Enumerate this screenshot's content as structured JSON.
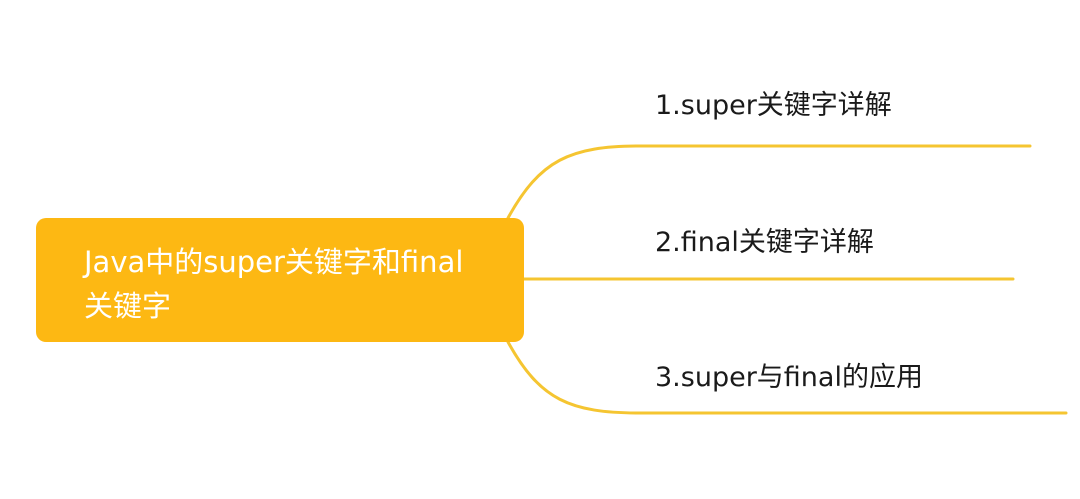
{
  "colors": {
    "root_fill": "#FDB813",
    "connector": "#F5C531",
    "root_text": "#FFFFFF",
    "branch_text": "#1A1A1A",
    "background": "#FFFFFF"
  },
  "root": {
    "title": "Java中的super关键字和final关键字"
  },
  "branches": [
    {
      "label": "1.super关键字详解"
    },
    {
      "label": "2.final关键字详解"
    },
    {
      "label": "3.super与final的应用"
    }
  ]
}
